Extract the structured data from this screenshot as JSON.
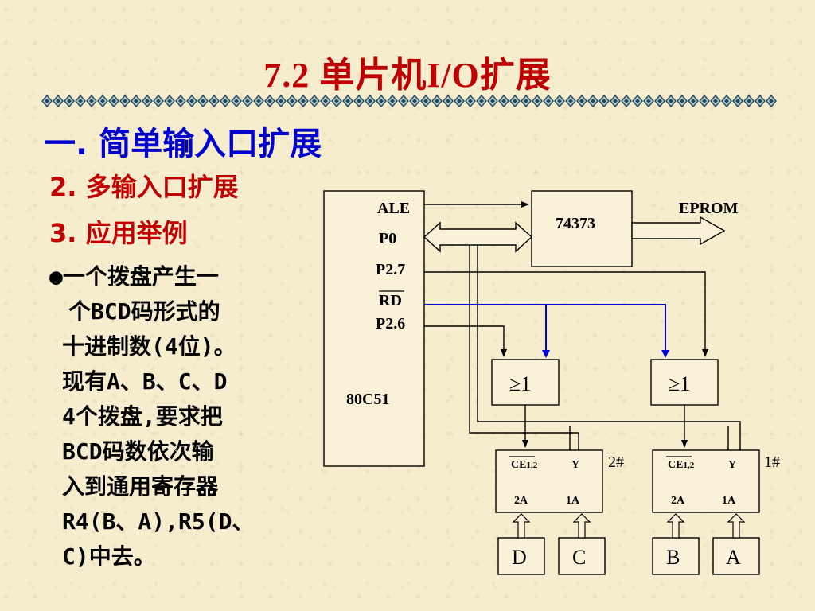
{
  "slide": {
    "title": "7.2  单片机I/O扩展",
    "heading1": "一. 简单输入口扩展",
    "heading2": "2. 多输入口扩展",
    "heading3": "3. 应用举例",
    "bullet_symbol": "●",
    "bullet_lines": [
      "一个拨盘产生一",
      "个BCD码形式的",
      "十进制数(4位)。",
      "现有A、B、C、D",
      "4个拨盘,要求把",
      "BCD码数依次输",
      "入到通用寄存器",
      "R4(B、A),R5(D、",
      "C)中去。"
    ]
  },
  "diagram": {
    "mcu_name": "80C51",
    "pins": {
      "ale": "ALE",
      "p0": "P0",
      "p27": "P2.7",
      "rd": "RD",
      "p26": "P2.6"
    },
    "latch": "74373",
    "eprom": "EPROM",
    "or_gates": [
      "≥1",
      "≥1"
    ],
    "buffer_pins": {
      "ce": "CE",
      "ce_sub": "1,2",
      "y": "Y",
      "in2a": "2A",
      "in1a": "1A"
    },
    "buffer_ids": [
      "2#",
      "1#"
    ],
    "switches": [
      "D",
      "C",
      "B",
      "A"
    ],
    "colors": {
      "line": "#000000",
      "highlight": "#0000dd",
      "title": "#c00000",
      "heading": "#0000cc"
    }
  }
}
